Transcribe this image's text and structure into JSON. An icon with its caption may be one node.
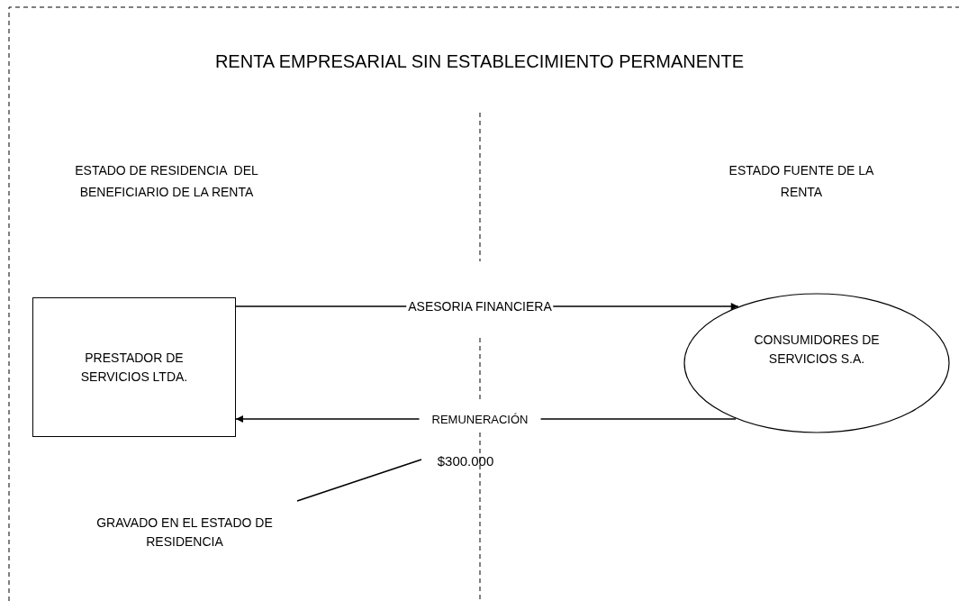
{
  "diagram": {
    "title": "RENTA EMPRESARIAL SIN ESTABLECIMIENTO PERMANENTE",
    "nodes": [
      {
        "text": [
          "PRESTADOR DE SERVICIOS LTDA."
        ]
      },
      {
        "text": [
          "CONSUMIDORES DE SERVICIOS S.A."
        ]
      },
      {
        "text": [
          "GRAVADO EN EL ESTADO DE RESIDENCIA"
        ]
      },
      {
        "text": [
          "$300.000"
        ]
      }
    ],
    "edges": [
      {
        "from": 0,
        "to": 1,
        "arrow": "to",
        "label": "ASESORIA FINANCIERA"
      },
      {
        "from": 1,
        "to": 0,
        "arrow": "to",
        "label": "REMUNERACIÓN"
      },
      {
        "from": 2,
        "to": 3,
        "arrow": "none"
      }
    ],
    "labels": [
      "ESTADO DE RESIDENCIA  DEL BENEFICIARIO DE LA RENTA",
      "ESTADO FUENTE DE LA RENTA"
    ]
  }
}
